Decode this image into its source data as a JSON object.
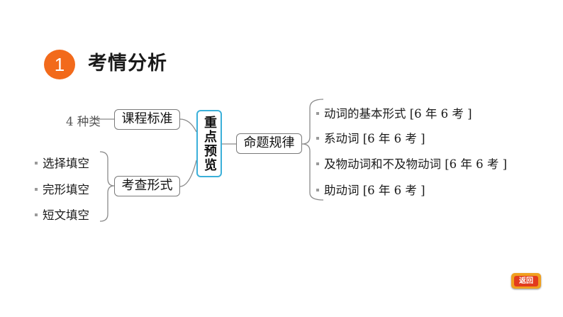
{
  "section": {
    "number": "1",
    "title": "考情分析"
  },
  "center": "重点预览",
  "left_branches": {
    "standard": {
      "label": "课程标准",
      "note": "4 种类"
    },
    "form": {
      "label": "考查形式",
      "items": [
        "选择填空",
        "完形填空",
        "短文填空"
      ]
    }
  },
  "right_branch": {
    "label": "命题规律",
    "items": [
      "动词的基本形式 [6 年 6 考 ]",
      "系动词 [6 年 6 考 ]",
      "及物动词和不及物动词 [6 年 6 考 ]",
      "助动词 [6 年 6 考 ]"
    ]
  },
  "back_button": "返回",
  "colors": {
    "badge": "#f26a1b",
    "center_border": "#3bb0d9",
    "lines": "#7a7a7a"
  }
}
